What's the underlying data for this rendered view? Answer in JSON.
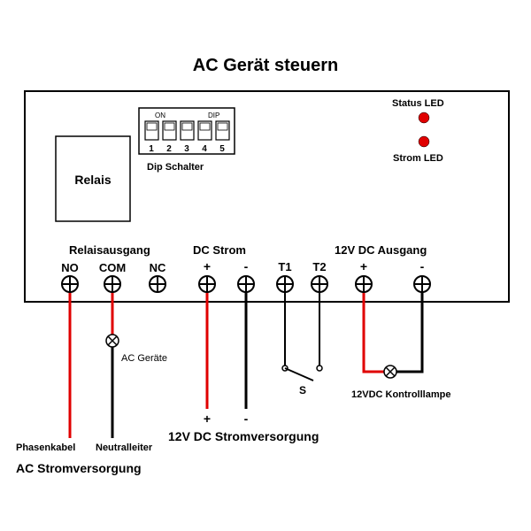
{
  "title": "AC Gerät steuern",
  "relay_label": "Relais",
  "dip": {
    "caption": "Dip Schalter",
    "on_label": "ON",
    "dip_label": "DIP",
    "numbers": [
      "1",
      "2",
      "3",
      "4",
      "5"
    ]
  },
  "leds": {
    "status": "Status LED",
    "power": "Strom LED",
    "color": "#e00000"
  },
  "groups": {
    "relay_output": "Relaisausgang",
    "dc_power": "DC Strom",
    "dc_output": "12V DC Ausgang"
  },
  "terminals": {
    "no": "NO",
    "com": "COM",
    "nc": "NC",
    "dc_plus": "+",
    "dc_minus": "-",
    "t1": "T1",
    "t2": "T2",
    "out_plus": "+",
    "out_minus": "-"
  },
  "wiring": {
    "ac_device": "AC Geräte",
    "switch": "S",
    "lamp": "12VDC Kontrolllampe",
    "phase": "Phasenkabel",
    "neutral": "Neutralleiter",
    "ac_supply": "AC Stromversorgung",
    "dc_supply": "12V DC Stromversorgung",
    "supply_plus": "+",
    "supply_minus": "-"
  },
  "colors": {
    "wire_live": "#e00000",
    "wire_neutral": "#000000"
  }
}
